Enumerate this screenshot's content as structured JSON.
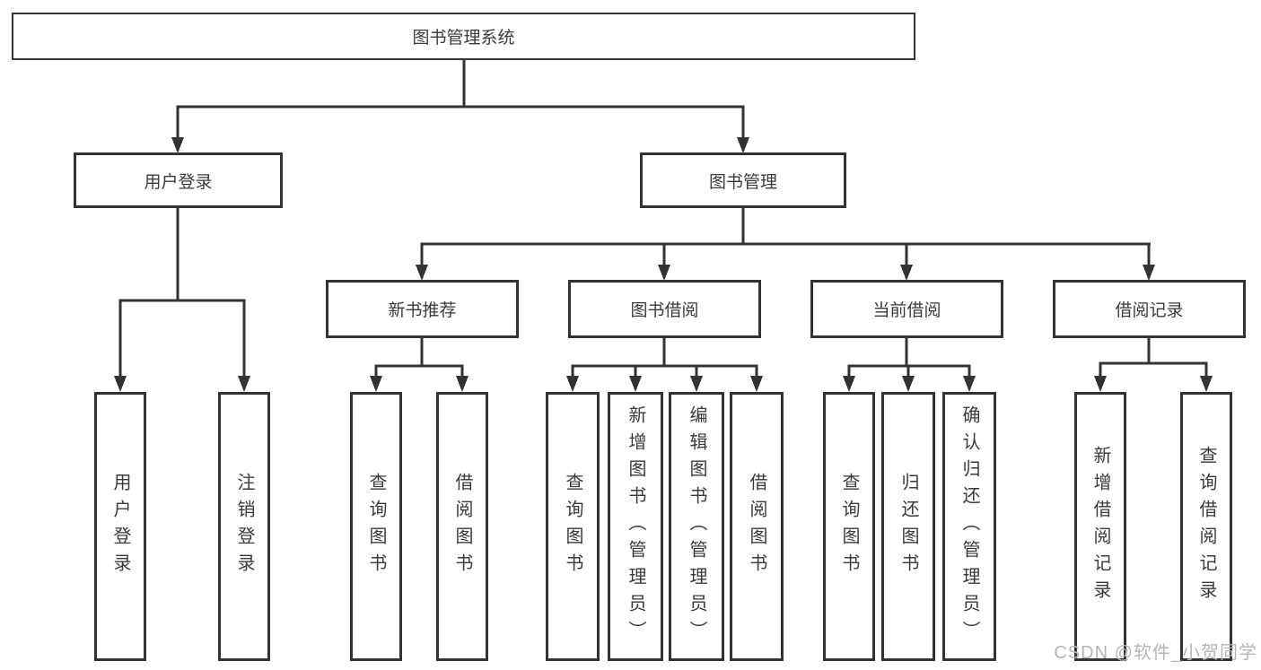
{
  "diagram": {
    "tree": {
      "label": "图书管理系统",
      "children": [
        {
          "label": "用户登录",
          "children": [
            {
              "label": "用户登录"
            },
            {
              "label": "注销登录"
            }
          ]
        },
        {
          "label": "图书管理",
          "children": [
            {
              "label": "新书推荐",
              "children": [
                {
                  "label": "查询图书"
                },
                {
                  "label": "借阅图书"
                }
              ]
            },
            {
              "label": "图书借阅",
              "children": [
                {
                  "label": "查询图书"
                },
                {
                  "label": "新增图书（管理员）"
                },
                {
                  "label": "编辑图书（管理员）"
                },
                {
                  "label": "借阅图书"
                }
              ]
            },
            {
              "label": "当前借阅",
              "children": [
                {
                  "label": "查询图书"
                },
                {
                  "label": "归还图书"
                },
                {
                  "label": "确认归还（管理员）"
                }
              ]
            },
            {
              "label": "借阅记录",
              "children": [
                {
                  "label": "新增借阅记录"
                },
                {
                  "label": "查询借阅记录"
                }
              ]
            }
          ]
        }
      ]
    },
    "colors": {
      "line": "#333333",
      "text": "#3a3a3a",
      "background": "#ffffff",
      "watermark": "#b5b5b5"
    }
  },
  "watermark": {
    "text": "CSDN @软件_小贺同学"
  }
}
